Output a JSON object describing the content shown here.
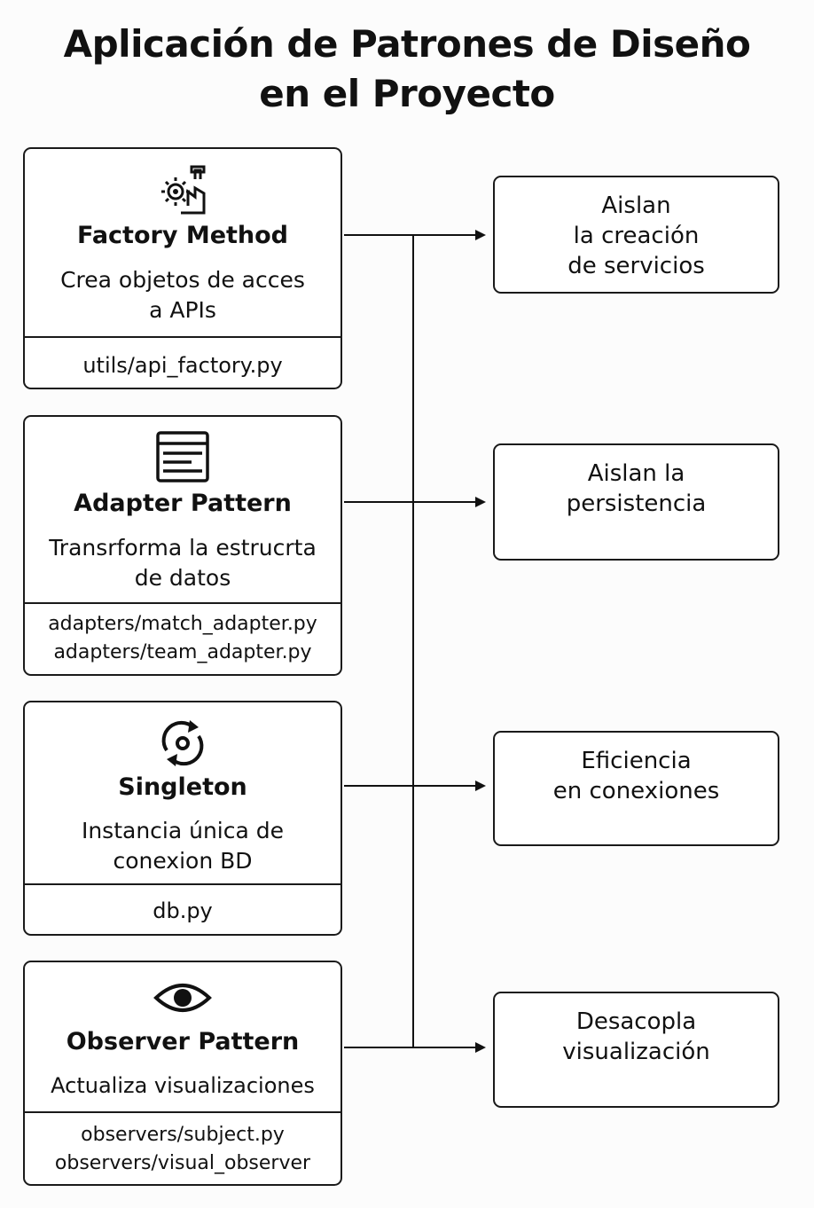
{
  "title": [
    "Aplicación de Patrones de Diseño",
    "en el Proyecto"
  ],
  "patterns": [
    {
      "icon": "factory-gear-icon",
      "name": "Factory Method",
      "description": [
        "Crea objetos de acces",
        "a APIs"
      ],
      "files": [
        "utils/api_factory.py"
      ]
    },
    {
      "icon": "document-list-icon",
      "name": "Adapter Pattern",
      "description": [
        "Transrforma la estrucrta",
        "de datos"
      ],
      "files": [
        "adapters/match_adapter.py",
        "adapters/team_adapter.py"
      ]
    },
    {
      "icon": "refresh-cycle-icon",
      "name": "Singleton",
      "description": [
        "Instancia única de",
        "conexion BD"
      ],
      "files": [
        "db.py"
      ]
    },
    {
      "icon": "eye-icon",
      "name": "Observer Pattern",
      "description": [
        "Actualiza visualizaciones"
      ],
      "files": [
        "observers/subject.py",
        "observers/visual_observer"
      ]
    }
  ],
  "results": [
    [
      "Aislan",
      "la creación",
      "de servicios"
    ],
    [
      "Aislan la",
      "persistencia"
    ],
    [
      "Eficiencia",
      "en conexiones"
    ],
    [
      "Desacopla",
      "visualización"
    ]
  ]
}
